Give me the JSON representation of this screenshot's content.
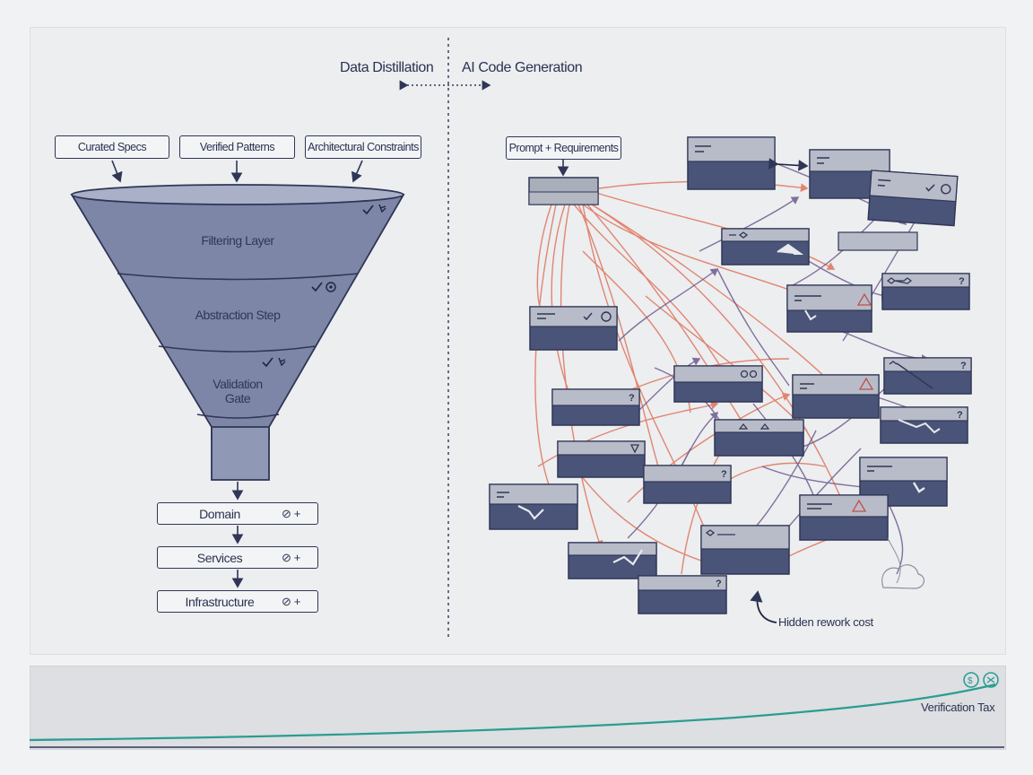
{
  "headers": {
    "left": "Data Distillation",
    "right": "AI Code Generation"
  },
  "inputs": [
    {
      "label": "Curated Specs"
    },
    {
      "label": "Verified Patterns"
    },
    {
      "label": "Architectural Constraints"
    }
  ],
  "funnel": {
    "stages": [
      {
        "label": "Filtering Layer"
      },
      {
        "label": "Abstraction Step"
      },
      {
        "label": "Validation Gate"
      }
    ]
  },
  "layers": [
    {
      "label": "Domain",
      "icons": "⊘ +"
    },
    {
      "label": "Services",
      "icons": "⊘ +"
    },
    {
      "label": "Infrastructure",
      "icons": "⊘ +"
    }
  ],
  "prompt": {
    "label": "Prompt + Requirements"
  },
  "annotation": {
    "label": "Hidden rework cost"
  },
  "tax": {
    "label": "Verification Tax"
  },
  "colors": {
    "navy": "#2f3656",
    "slate": "#4a5478",
    "funnel": "#7d86a6",
    "red": "#e0735a",
    "purple": "#6e5a8e",
    "teal": "#2a9d8f"
  }
}
